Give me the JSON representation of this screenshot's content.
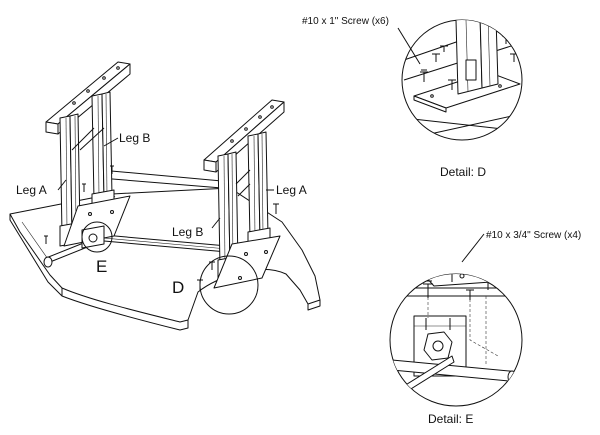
{
  "main_view": {
    "leg_b_upper": "Leg B",
    "leg_a_left": "Leg A",
    "leg_a_right": "Leg A",
    "leg_b_lower": "Leg B",
    "callout_e": "E",
    "callout_d": "D"
  },
  "detail_d": {
    "screw_label": "#10 x 1\" Screw (x6)",
    "caption": "Detail: D"
  },
  "detail_e": {
    "screw_label": "#10 x 3/4\" Screw (x4)",
    "caption": "Detail: E"
  }
}
